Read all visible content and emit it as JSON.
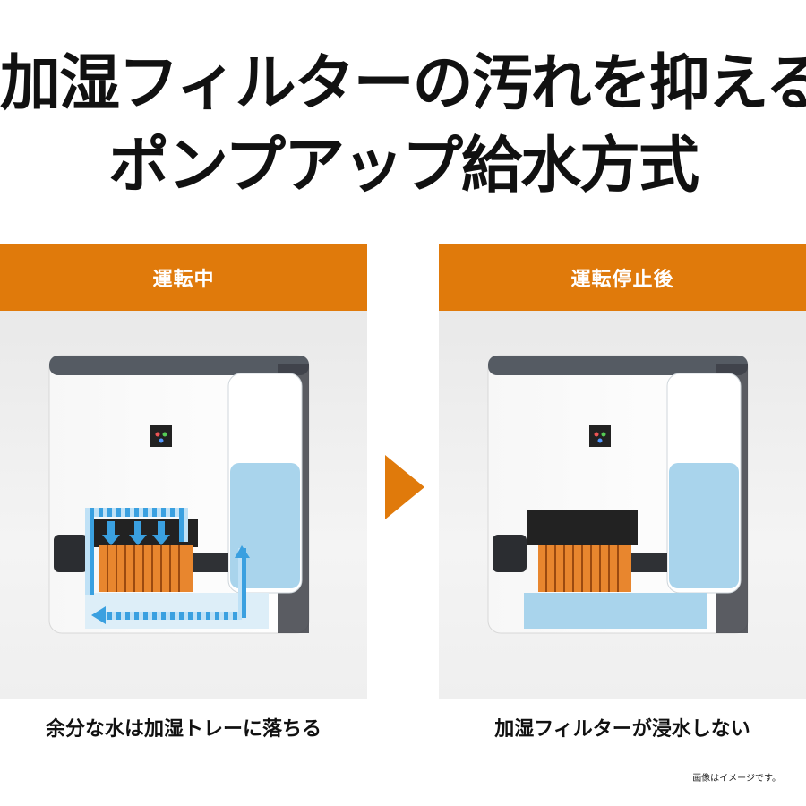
{
  "headline": {
    "line1": "加湿フィルターの汚れを抑える",
    "line2": "ポンプアップ給水方式"
  },
  "panels": [
    {
      "header": "運転中",
      "caption": "余分な水は加湿トレーに落ちる",
      "illustration": "humidifier-water-flow"
    },
    {
      "header": "運転停止後",
      "caption": "加湿フィルターが浸水しない",
      "illustration": "humidifier-idle"
    }
  ],
  "note": "画像はイメージです。",
  "colors": {
    "accent_orange": "#e07a0b",
    "water_blue": "#a9d4ec",
    "flow_blue": "#3aa0e0",
    "filter_orange": "#e8862e"
  },
  "icons": {
    "brand_badge": "brand-logo-icon",
    "next_arrow": "chevron-right-icon"
  }
}
